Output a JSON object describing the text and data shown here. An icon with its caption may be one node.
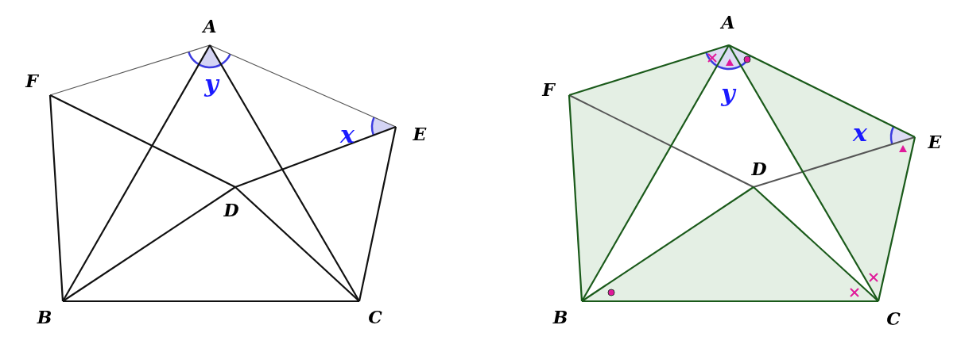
{
  "diagram": {
    "labels": [
      "A",
      "F",
      "y",
      "x",
      "E",
      "D",
      "B",
      "C",
      "A",
      "F",
      "y",
      "x",
      "E",
      "D",
      "B",
      "C"
    ]
  }
}
